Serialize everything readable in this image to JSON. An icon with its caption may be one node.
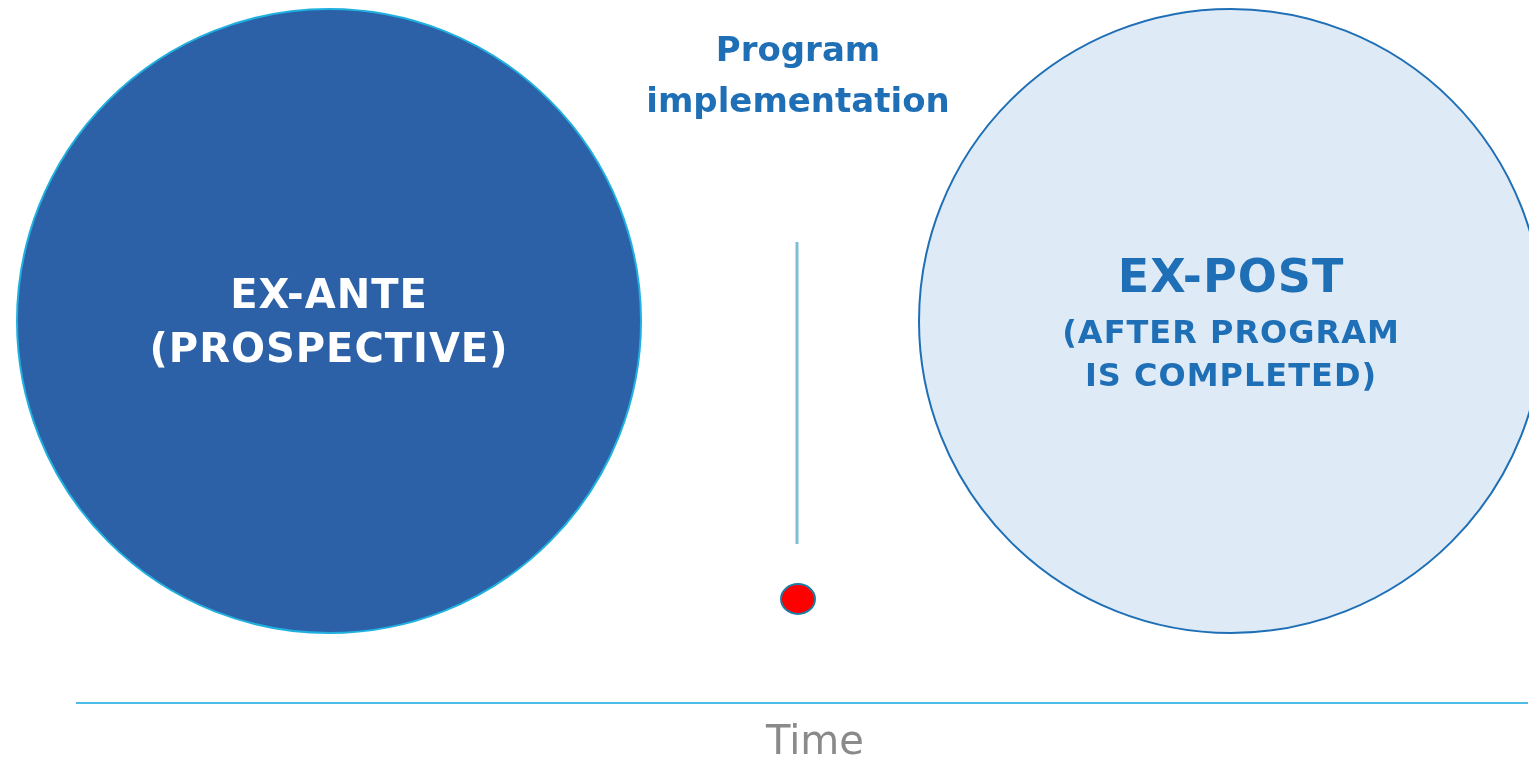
{
  "diagram": {
    "nodes": [
      {
        "text": [
          "EX-ANTE (PROSPECTIVE)"
        ]
      },
      {
        "text": [
          "EX-POST",
          "(AFTER PROGRAM IS COMPLETED)"
        ]
      }
    ],
    "labels": [
      "Program implementation",
      "Time"
    ]
  }
}
